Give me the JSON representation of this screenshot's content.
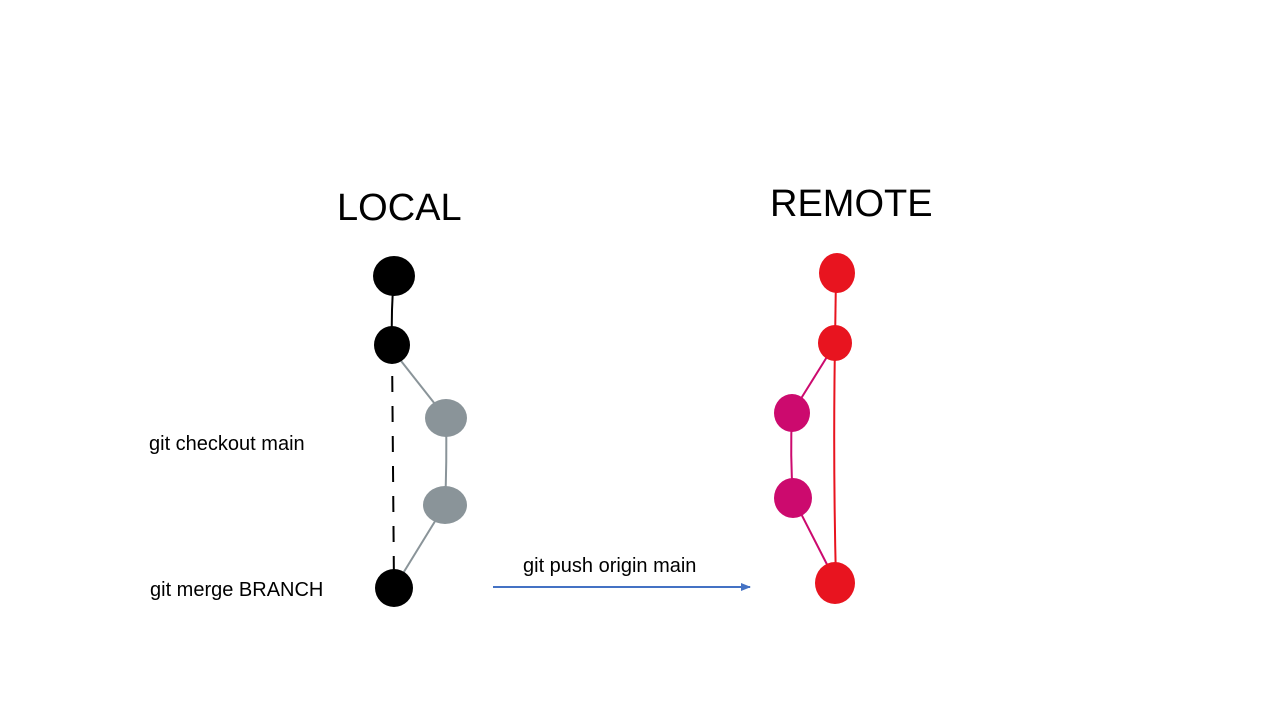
{
  "local": {
    "title": "LOCAL",
    "checkout_command": "git checkout main",
    "merge_command": "git merge BRANCH"
  },
  "remote": {
    "title": "REMOTE"
  },
  "push": {
    "command": "git push origin main"
  },
  "colors": {
    "local_main_commit": "#000000",
    "local_branch_commit": "#8a9499",
    "local_branch_line": "#8a9499",
    "remote_main_commit": "#e8141f",
    "remote_branch_commit": "#cc0a6e",
    "push_arrow": "#4472c4"
  }
}
